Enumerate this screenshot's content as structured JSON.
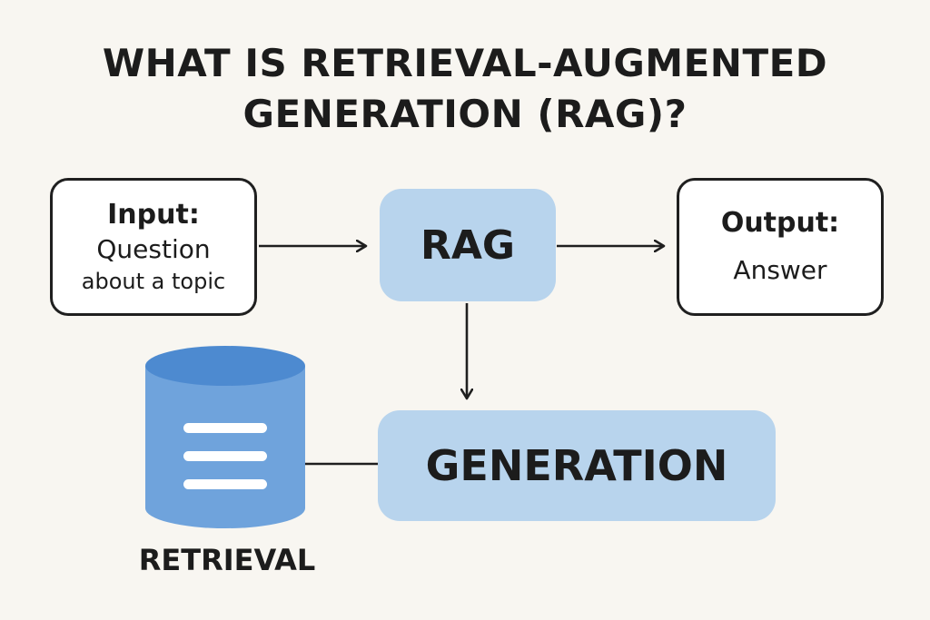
{
  "title": {
    "line1": "WHAT IS RETRIEVAL-AUGMENTED",
    "line2": "GENERATION (RAG)?"
  },
  "input": {
    "heading": "Input:",
    "line1": "Question",
    "line2": "about a topic"
  },
  "rag": {
    "label": "RAG"
  },
  "output": {
    "heading": "Output:",
    "body": "Answer"
  },
  "generation": {
    "label": "GENERATION"
  },
  "retrieval": {
    "label": "RETRIEVAL",
    "icon": "database-icon"
  },
  "colors": {
    "background": "#f8f6f1",
    "node_fill": "#b8d4ed",
    "database_fill": "#6fa3dc",
    "database_top": "#4d8ad0",
    "stroke": "#1f1f1f"
  }
}
